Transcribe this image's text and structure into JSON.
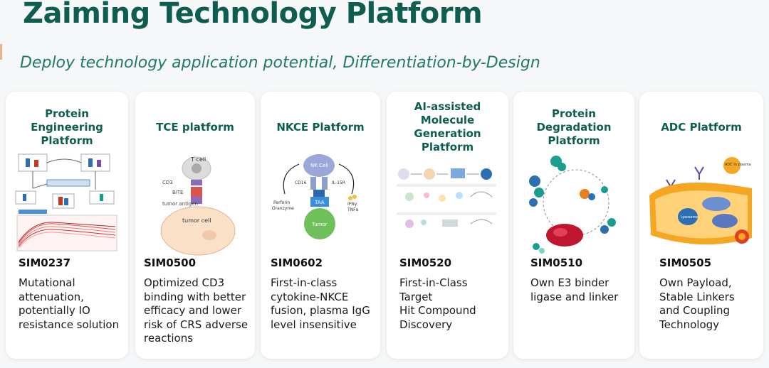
{
  "header": {
    "title": "Zaiming Technology Platform",
    "subtitle": "Deploy technology application potential, Differentiation-by-Design"
  },
  "cards": [
    {
      "title_lines": [
        "Protein Engineering",
        "Platform"
      ],
      "code": "SIM0237",
      "description_lines": [
        "Mutational",
        "attenuation,",
        "potentially IO",
        "resistance solution"
      ]
    },
    {
      "title_lines": [
        "TCE platform"
      ],
      "code": "SIM0500",
      "description_lines": [
        "Optimized CD3",
        "binding with better",
        "efficacy and lower",
        "risk of CRS adverse",
        "reactions"
      ],
      "diagram_labels": [
        "T cell",
        "CD3",
        "BiTE",
        "tumor antigen",
        "tumor cell"
      ]
    },
    {
      "title_lines": [
        "NKCE Platform"
      ],
      "code": "SIM0602",
      "description_lines": [
        "First-in-class",
        "cytokine-NKCE",
        "fusion, plasma IgG",
        "level insensitive"
      ],
      "diagram_labels": [
        "NK Cell",
        "CD16",
        "IL-15R",
        "TAA",
        "Tumor",
        "Perforin",
        "Granzyme",
        "IFNγ",
        "TNFα"
      ]
    },
    {
      "title_lines": [
        "AI-assisted Molecule",
        "Generation Platform"
      ],
      "code": "SIM0520",
      "description_lines": [
        "First-in-Class",
        "Target",
        "Hit Compound",
        "Discovery"
      ]
    },
    {
      "title_lines": [
        "Protein",
        "Degradation",
        "Platform"
      ],
      "code": "SIM0510",
      "description_lines": [
        "Own E3 binder",
        "ligase and linker"
      ]
    },
    {
      "title_lines": [
        "ADC Platform"
      ],
      "code": "SIM0505",
      "description_lines": [
        "Own Payload,",
        "Stable Linkers",
        "and Coupling",
        "Technology"
      ],
      "diagram_labels": [
        "ADC in plasma",
        "Lysosome"
      ]
    }
  ],
  "colors": {
    "title": "#0e5e4f",
    "subtitle": "#1d7a6a",
    "card_bg": "#ffffff",
    "page_bg": "#f6f7f8"
  }
}
